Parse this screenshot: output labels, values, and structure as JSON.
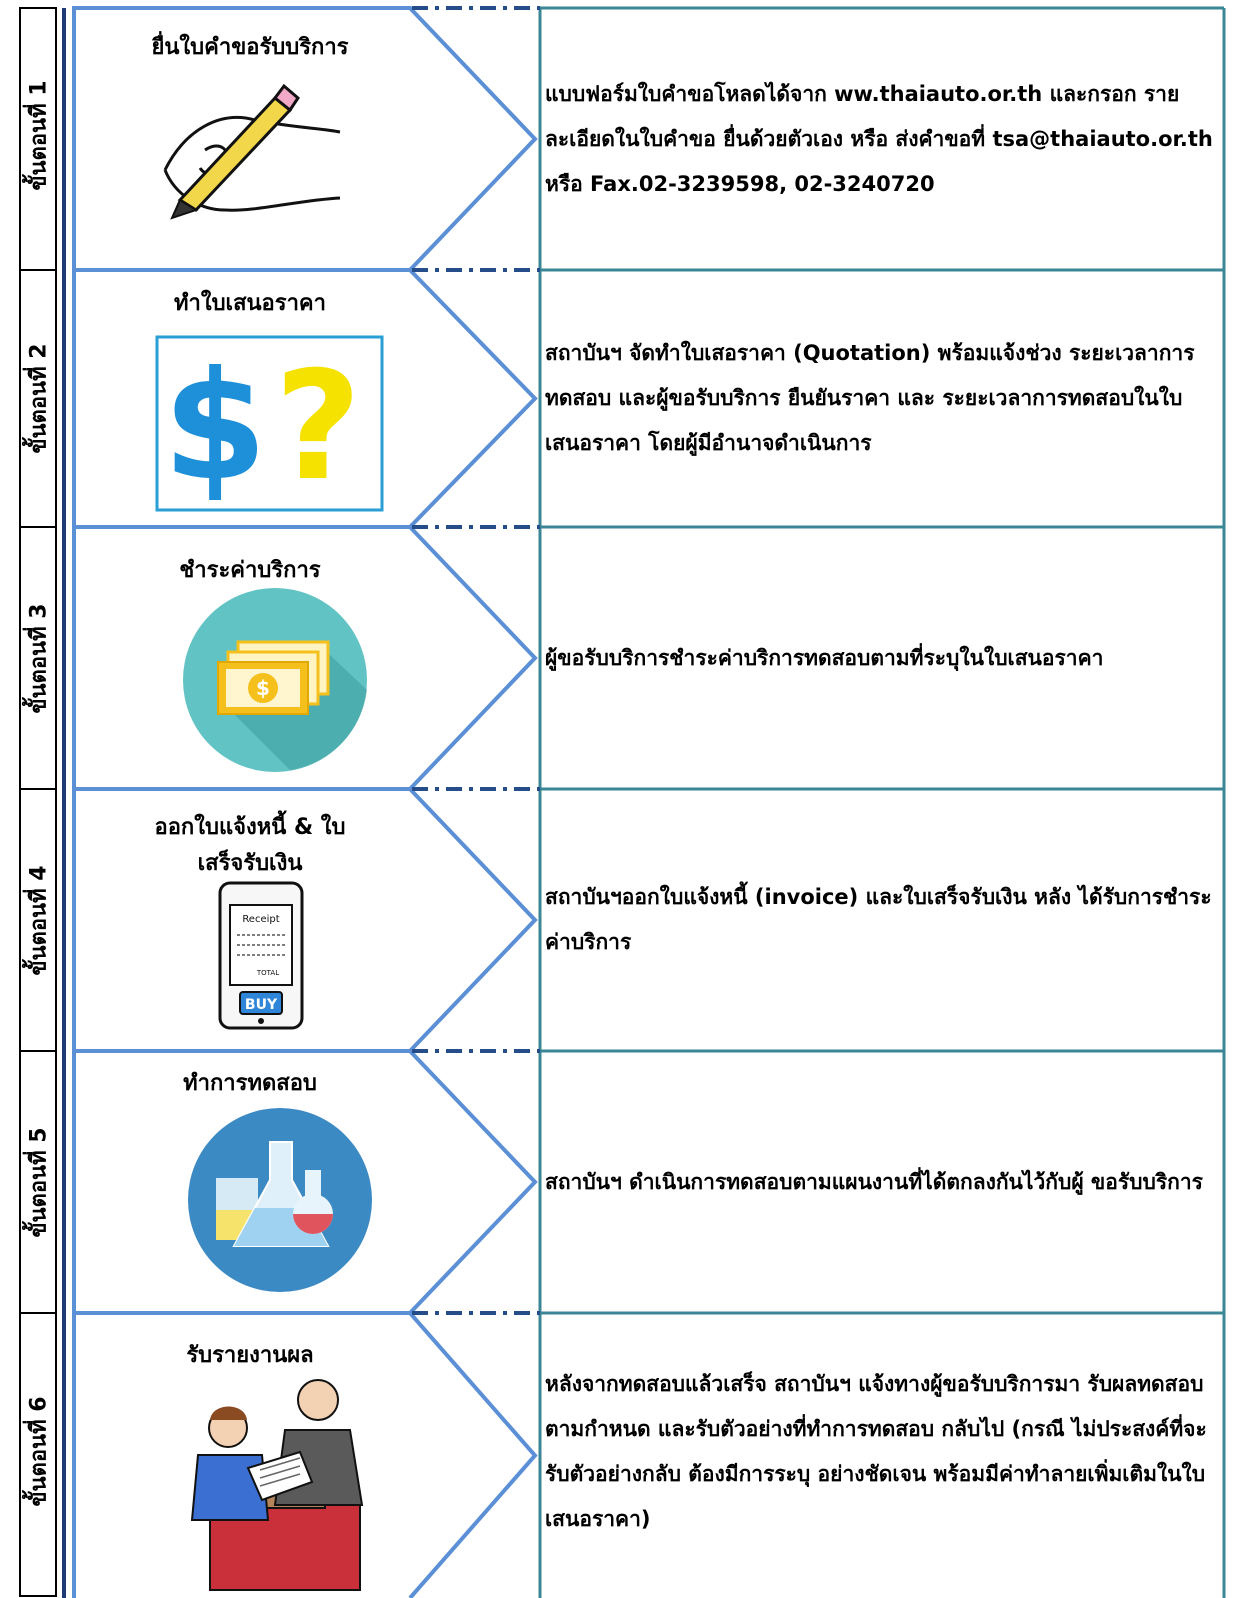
{
  "colors": {
    "left_border": "#1f3b73",
    "arrow": "#5b8fd6",
    "dash": "#244d8a",
    "right_border": "#3b8696",
    "dollar": "#1e8fd9",
    "question": "#f5e200",
    "teal_circle": "#61c3c4",
    "money_gold": "#f5c01c",
    "lab_blue": "#3b8ac4"
  },
  "steps": [
    {
      "label": "ขั้นตอนที่ 1",
      "title": "ยื่นใบคำขอรับบริการ",
      "icon": "pen-hand-icon",
      "description": "แบบฟอร์มใบคำขอโหลดได้จาก ww.thaiauto.or.th และกรอก รายละเอียดในใบคำขอ ยื่นด้วยตัวเอง หรือ ส่งคำขอที่ tsa@thaiauto.or.th หรือ Fax.02-3239598, 02-3240720"
    },
    {
      "label": "ขั้นตอนที่ 2",
      "title": "ทำใบเสนอราคา",
      "icon": "dollar-question-icon",
      "icon_text": [
        "$",
        "?"
      ],
      "description": "สถาบันฯ จัดทำใบเสอราคา (Quotation) พร้อมแจ้งช่วง ระยะเวลาการทดสอบ และผู้ขอรับบริการ ยืนยันราคา และ ระยะเวลาการทดสอบในใบเสนอราคา โดยผู้มีอำนาจดำเนินการ"
    },
    {
      "label": "ขั้นตอนที่ 3",
      "title": "ชำระค่าบริการ",
      "icon": "money-bills-icon",
      "description": "ผู้ขอรับบริการชำระค่าบริการทดสอบตามที่ระบุในใบเสนอราคา"
    },
    {
      "label": "ขั้นตอนที่ 4",
      "title": "ออกใบแจ้งหนี้ & ใบเสร็จรับเงิน",
      "icon": "phone-receipt-icon",
      "icon_text": [
        "Receipt",
        "TOTAL",
        "BUY"
      ],
      "description": "สถาบันฯออกใบแจ้งหนี้ (invoice) และใบเสร็จรับเงิน หลัง ได้รับการชำระค่าบริการ"
    },
    {
      "label": "ขั้นตอนที่ 5",
      "title": "ทำการทดสอบ",
      "icon": "lab-flasks-icon",
      "description": "สถาบันฯ ดำเนินการทดสอบตามแผนงานที่ได้ตกลงกันไว้กับผู้ ขอรับบริการ"
    },
    {
      "label": "ขั้นตอนที่ 6",
      "title": "รับรายงานผล",
      "icon": "report-handover-icon",
      "description": "หลังจากทดสอบแล้วเสร็จ สถาบันฯ แจ้งทางผู้ขอรับบริการมา รับผลทดสอบ ตามกำหนด และรับตัวอย่างที่ทำการทดสอบ กลับไป (กรณี  ไม่ประสงค์ที่จะรับตัวอย่างกลับ ต้องมีการระบุ อย่างชัดเจน พร้อมมีค่าทำลายเพิ่มเติมในใบเสนอราคา)"
    }
  ]
}
